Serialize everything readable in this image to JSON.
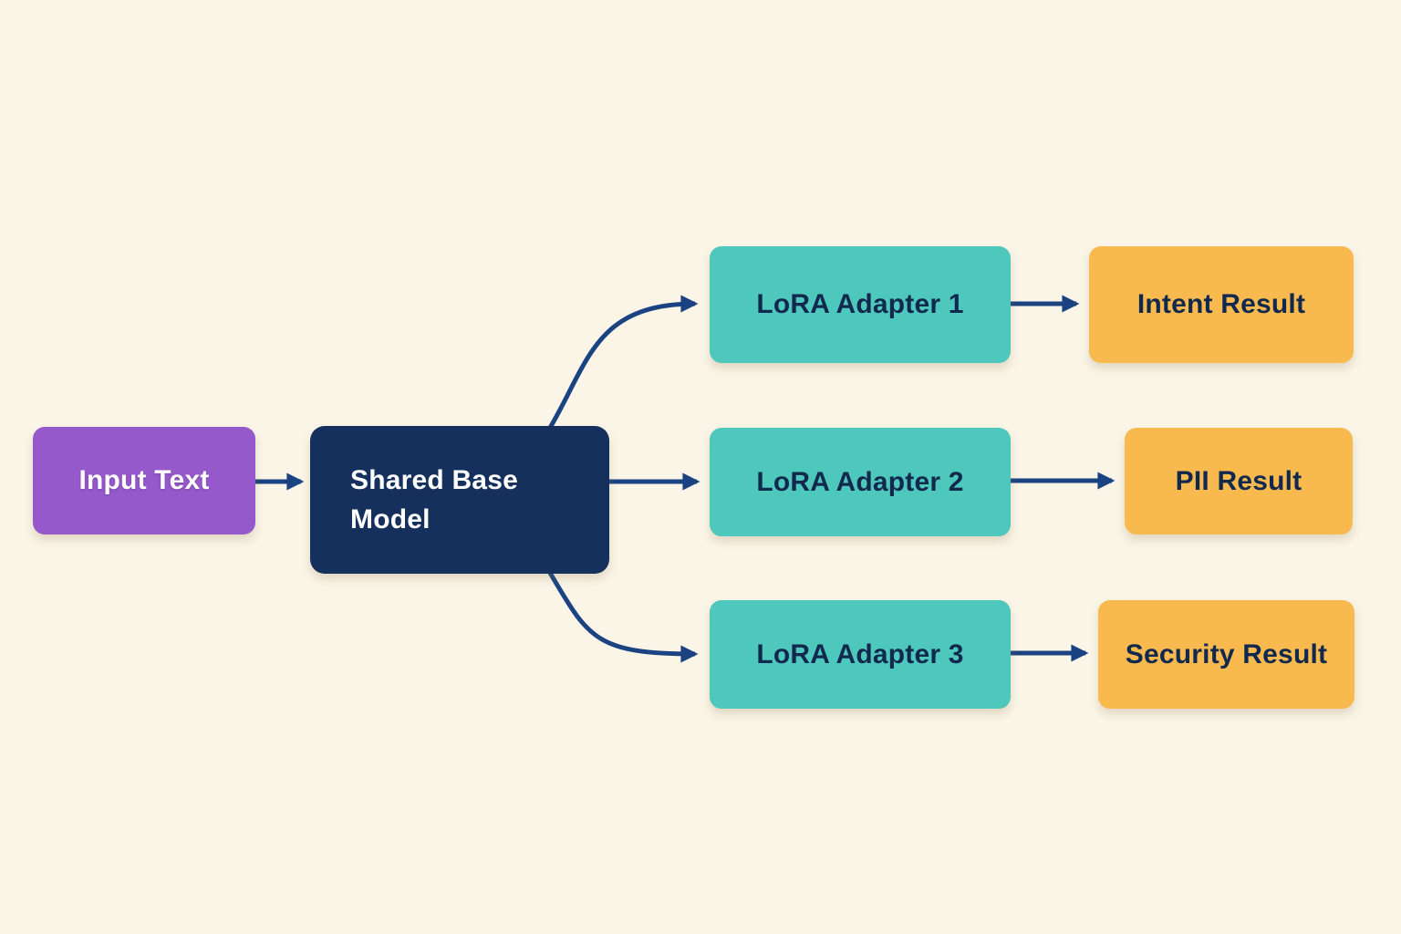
{
  "colors": {
    "bg": "#faf5e7",
    "purple": "#9559cb",
    "navy": "#15305c",
    "teal": "#4ec8bd",
    "yellow": "#f8ba4e",
    "arrow": "#1b4382",
    "text-dark": "#12294e",
    "text-light": "#ffffff"
  },
  "nodes": {
    "input": {
      "label": "Input Text"
    },
    "base": {
      "label": "Shared Base Model"
    },
    "adapter1": {
      "label": "LoRA Adapter 1"
    },
    "adapter2": {
      "label": "LoRA Adapter 2"
    },
    "adapter3": {
      "label": "LoRA Adapter 3"
    },
    "intent": {
      "label": "Intent Result"
    },
    "pii": {
      "label": "PII Result"
    },
    "security": {
      "label": "Security Result"
    }
  },
  "edges": [
    {
      "from": "input",
      "to": "base"
    },
    {
      "from": "base",
      "to": "adapter1"
    },
    {
      "from": "base",
      "to": "adapter2"
    },
    {
      "from": "base",
      "to": "adapter3"
    },
    {
      "from": "adapter1",
      "to": "intent"
    },
    {
      "from": "adapter2",
      "to": "pii"
    },
    {
      "from": "adapter3",
      "to": "security"
    }
  ]
}
